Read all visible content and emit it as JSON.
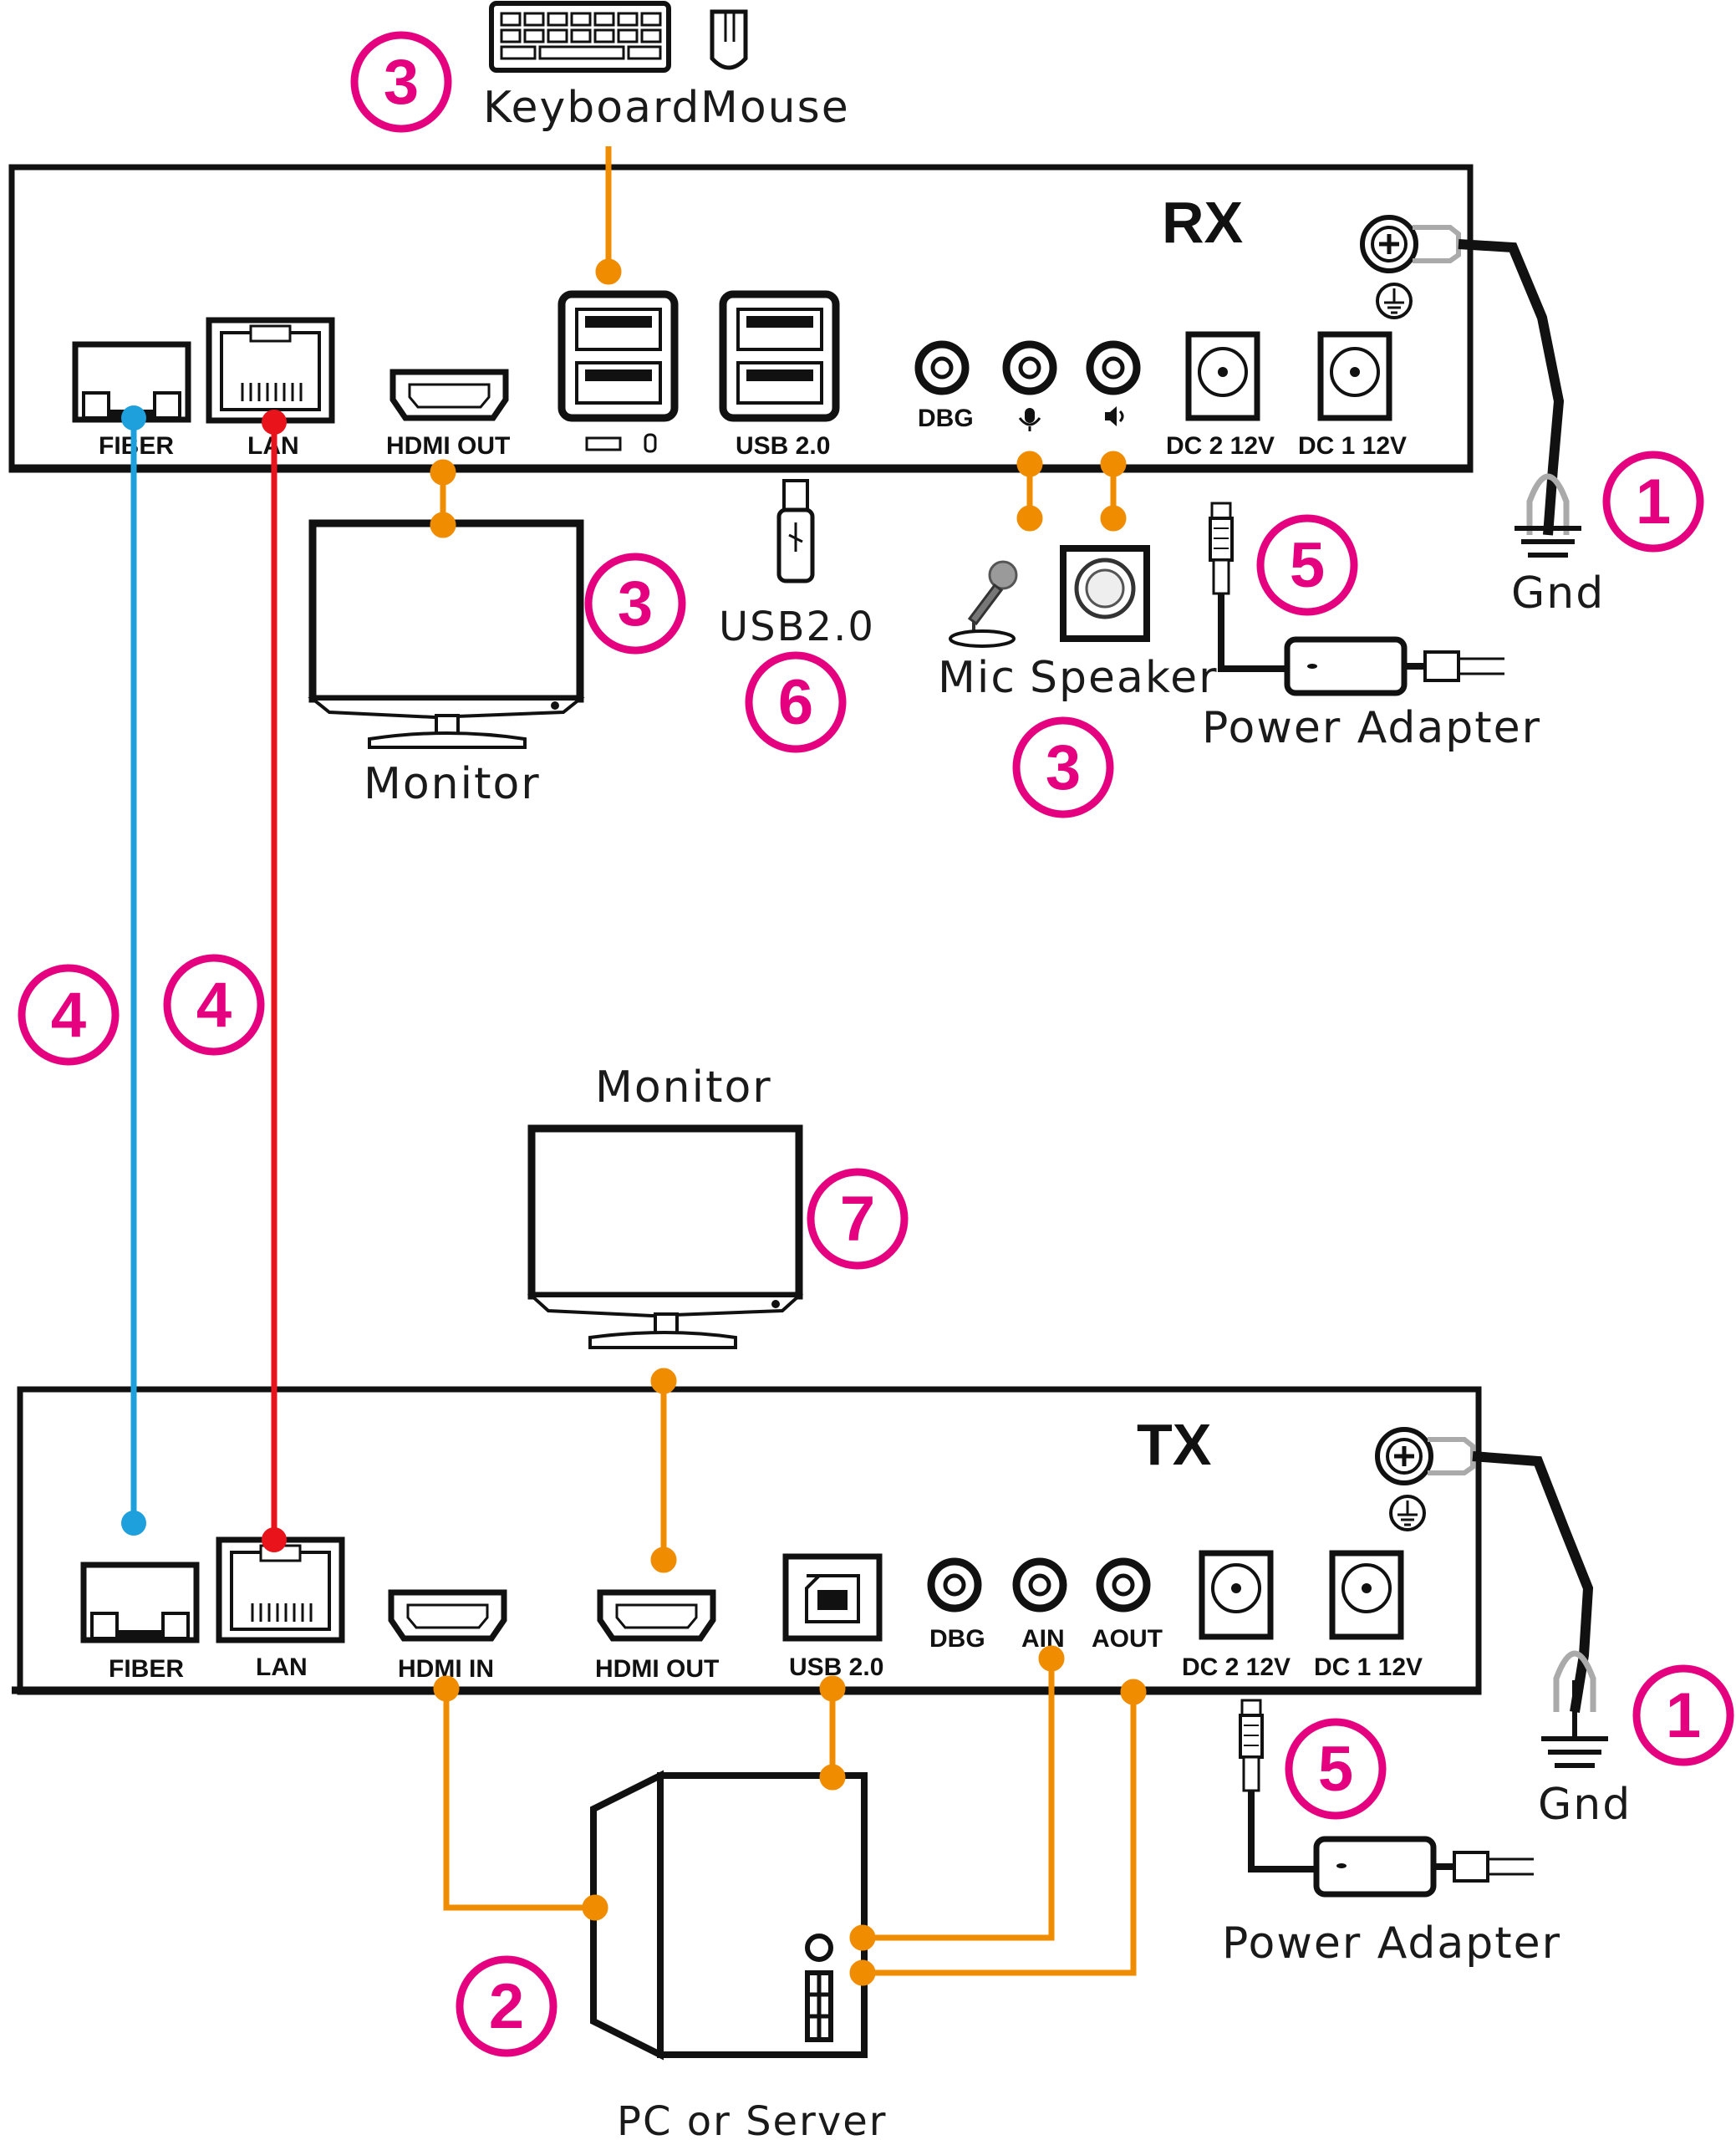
{
  "units": {
    "rx_title": "RX",
    "tx_title": "TX"
  },
  "rx_ports": {
    "fiber": "FIBER",
    "lan": "LAN",
    "hdmi_out": "HDMI OUT",
    "usb": "USB 2.0",
    "dbg": "DBG",
    "dc2": "DC 2 12V",
    "dc1": "DC 1 12V"
  },
  "tx_ports": {
    "fiber": "FIBER",
    "lan": "LAN",
    "hdmi_in": "HDMI IN",
    "hdmi_out": "HDMI OUT",
    "usb": "USB 2.0",
    "dbg": "DBG",
    "ain": "AIN",
    "aout": "AOUT",
    "dc2": "DC 2 12V",
    "dc1": "DC 1 12V"
  },
  "devices": {
    "keyboard": "Keyboard",
    "mouse": "Mouse",
    "monitor_rx": "Monitor",
    "usb_stick": "USB2.0",
    "mic": "Mic",
    "speaker": "Speaker",
    "power_rx": "Power Adapter",
    "gnd_rx": "Gnd",
    "monitor_tx": "Monitor",
    "pc": "PC or Server",
    "power_tx": "Power Adapter",
    "gnd_tx": "Gnd"
  },
  "badges": {
    "kbd": "3",
    "monitor": "3",
    "usb": "6",
    "audio": "3",
    "power_rx": "5",
    "gnd_rx": "1",
    "fiber": "4",
    "lan": "4",
    "monitor_tx": "7",
    "pc": "2",
    "power_tx": "5",
    "gnd_tx": "1"
  },
  "colors": {
    "orange": "#f08c00",
    "blue": "#1ea0dc",
    "red": "#e8131b",
    "badge": "#e4007f"
  }
}
